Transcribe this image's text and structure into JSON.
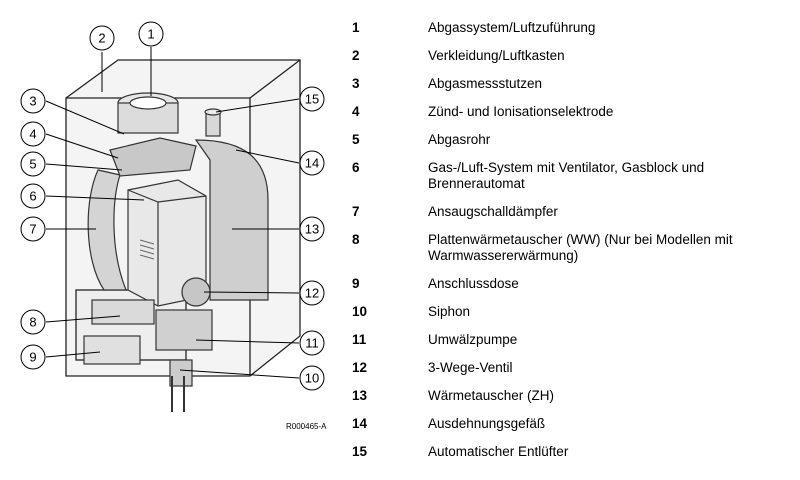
{
  "diagram": {
    "reference_code": "R000465-A",
    "callouts": [
      "1",
      "2",
      "3",
      "4",
      "5",
      "6",
      "7",
      "8",
      "9",
      "10",
      "11",
      "12",
      "13",
      "14",
      "15"
    ]
  },
  "legend": {
    "items": [
      {
        "number": "1",
        "text": "Abgassystem/Luftzuführung"
      },
      {
        "number": "2",
        "text": "Verkleidung/Luftkasten"
      },
      {
        "number": "3",
        "text": "Abgasmessstutzen"
      },
      {
        "number": "4",
        "text": "Zünd- und Ionisationselektrode"
      },
      {
        "number": "5",
        "text": "Abgasrohr"
      },
      {
        "number": "6",
        "text": "Gas-/Luft-System mit Ventilator, Gasblock und Brennerautomat"
      },
      {
        "number": "7",
        "text": "Ansaugschalldämpfer"
      },
      {
        "number": "8",
        "text": "Plattenwärmetauscher (WW) (Nur bei Modellen mit Warmwassererwärmung)"
      },
      {
        "number": "9",
        "text": "Anschlussdose"
      },
      {
        "number": "10",
        "text": "Siphon"
      },
      {
        "number": "11",
        "text": "Umwälzpumpe"
      },
      {
        "number": "12",
        "text": "3-Wege-Ventil"
      },
      {
        "number": "13",
        "text": "Wärmetauscher (ZH)"
      },
      {
        "number": "14",
        "text": "Ausdehnungsgefäß"
      },
      {
        "number": "15",
        "text": "Automatischer Entlüfter"
      }
    ]
  }
}
